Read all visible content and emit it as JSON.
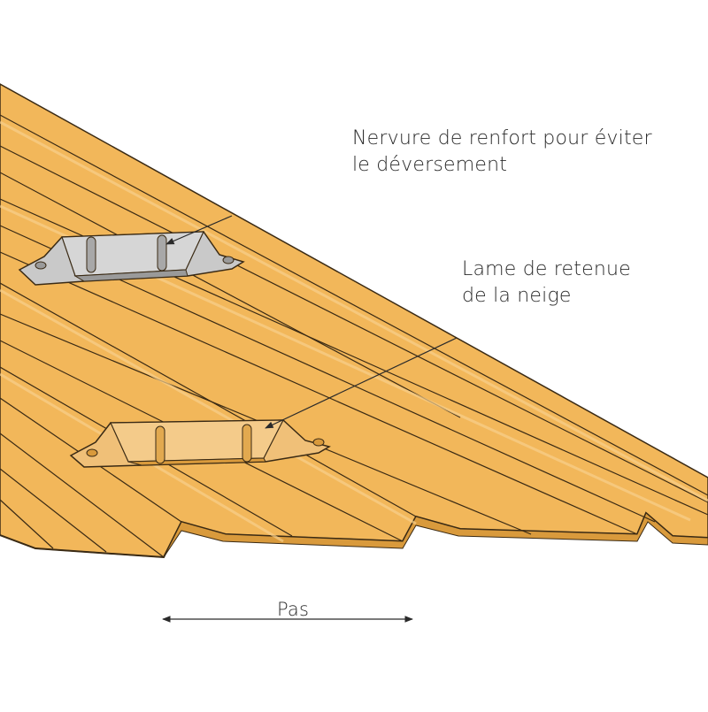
{
  "labels": {
    "reinforcement_rib": {
      "line1": "Nervure de renfort pour éviter",
      "line2": "le déversement"
    },
    "snow_blade": {
      "line1": "Lame de retenue",
      "line2": "de la neige"
    },
    "pitch": "Pas"
  },
  "colors": {
    "sheet": "#f2b75a",
    "sheet_shadow": "#d99a3c",
    "sheet_edge": "#3a2a14",
    "steel": "#c9c9c9",
    "steel_dark": "#9a9a9a",
    "blade_tan": "#f0c078",
    "line": "#2a2a2a"
  }
}
